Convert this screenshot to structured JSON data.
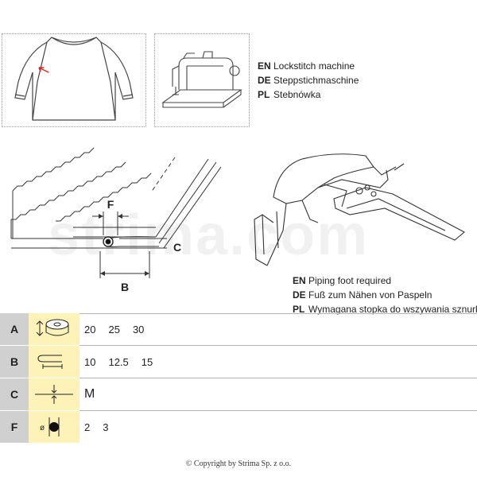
{
  "machine": {
    "languages": [
      {
        "code": "EN",
        "text": "Lockstitch machine"
      },
      {
        "code": "DE",
        "text": "Steppstichmaschine"
      },
      {
        "code": "PL",
        "text": "Stebnówka"
      }
    ]
  },
  "foot": {
    "languages": [
      {
        "code": "EN",
        "text": "Piping foot required"
      },
      {
        "code": "DE",
        "text": "Fuß zum Nähen von Paspeln"
      },
      {
        "code": "PL",
        "text": "Wymagana stopka do wszywania sznurka"
      }
    ]
  },
  "diagram": {
    "label_f": "F",
    "label_c": "C",
    "label_b": "B"
  },
  "specs": [
    {
      "letter": "A",
      "icon": "tape-roll-width-icon",
      "values": [
        "20",
        "25",
        "30"
      ]
    },
    {
      "letter": "B",
      "icon": "folded-strip-width-icon",
      "values": [
        "10",
        "12.5",
        "15"
      ]
    },
    {
      "letter": "C",
      "icon": "material-thickness-icon",
      "values": [
        "M"
      ]
    },
    {
      "letter": "F",
      "icon": "cord-diameter-icon",
      "values": [
        "2",
        "3"
      ]
    }
  ],
  "watermark": "strima.com",
  "copyright": "© Copyright by Strima Sp. z o.o."
}
